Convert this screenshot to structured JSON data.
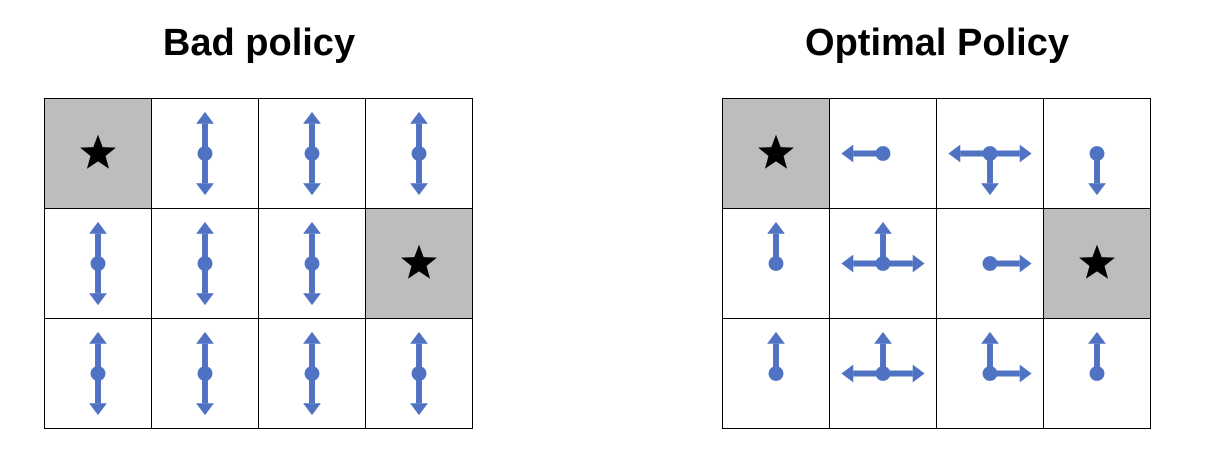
{
  "colors": {
    "arrow": "#4f72c2",
    "terminal": "#bdbdbd",
    "star": "#000000"
  },
  "panels": [
    {
      "title": "Bad policy",
      "cells": [
        [
          "star",
          "ud",
          "ud",
          "ud"
        ],
        [
          "ud",
          "ud",
          "ud",
          "star"
        ],
        [
          "ud",
          "ud",
          "ud",
          "ud"
        ]
      ]
    },
    {
      "title": "Optimal Policy",
      "cells": [
        [
          "star",
          "l",
          "lrd",
          "d"
        ],
        [
          "u",
          "lru",
          "r",
          "star"
        ],
        [
          "u",
          "lru",
          "ur",
          "u"
        ]
      ]
    }
  ]
}
